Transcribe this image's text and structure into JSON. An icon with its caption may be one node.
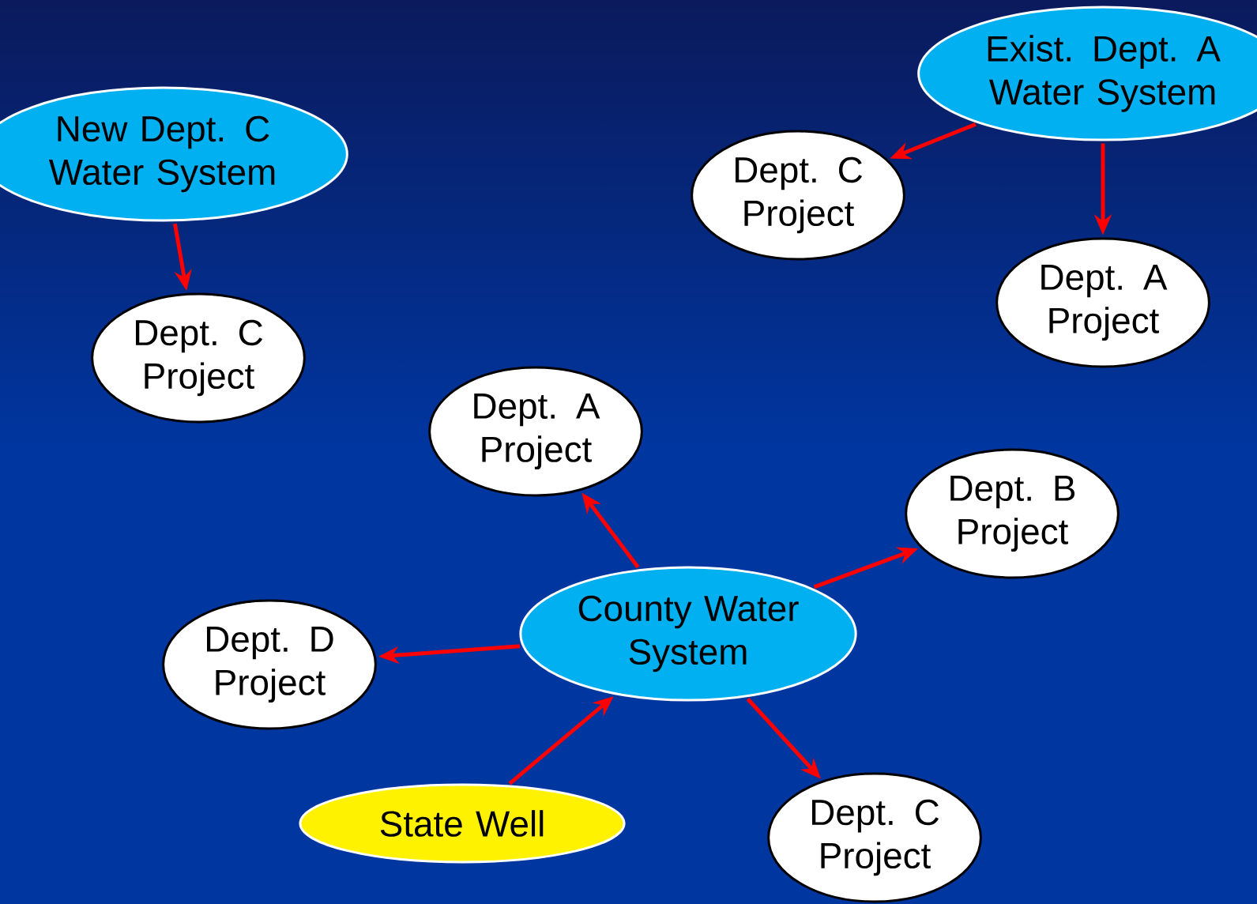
{
  "diagram": {
    "nodes": [
      {
        "text": [
          "New Dept. C Water System"
        ]
      },
      {
        "text": [
          "Exist. Dept. A Water System"
        ]
      },
      {
        "text": [
          "Dept. C Project"
        ]
      },
      {
        "text": [
          "Dept. C Project"
        ]
      },
      {
        "text": [
          "Dept. A Project"
        ]
      },
      {
        "text": [
          "Dept. A Project"
        ]
      },
      {
        "text": [
          "Dept. B Project"
        ]
      },
      {
        "text": [
          "County Water System"
        ]
      },
      {
        "text": [
          "Dept. D Project"
        ]
      },
      {
        "text": [
          "State Well"
        ]
      },
      {
        "text": [
          "Dept. C Project"
        ]
      }
    ],
    "edges": [
      {
        "from": 0,
        "to": 3,
        "arrow": "to"
      },
      {
        "from": 1,
        "to": 2,
        "arrow": "to"
      },
      {
        "from": 1,
        "to": 4,
        "arrow": "to"
      },
      {
        "from": 7,
        "to": 5,
        "arrow": "to"
      },
      {
        "from": 7,
        "to": 6,
        "arrow": "to"
      },
      {
        "from": 7,
        "to": 8,
        "arrow": "to"
      },
      {
        "from": 9,
        "to": 7,
        "arrow": "to"
      },
      {
        "from": 7,
        "to": 10,
        "arrow": "to"
      }
    ]
  }
}
